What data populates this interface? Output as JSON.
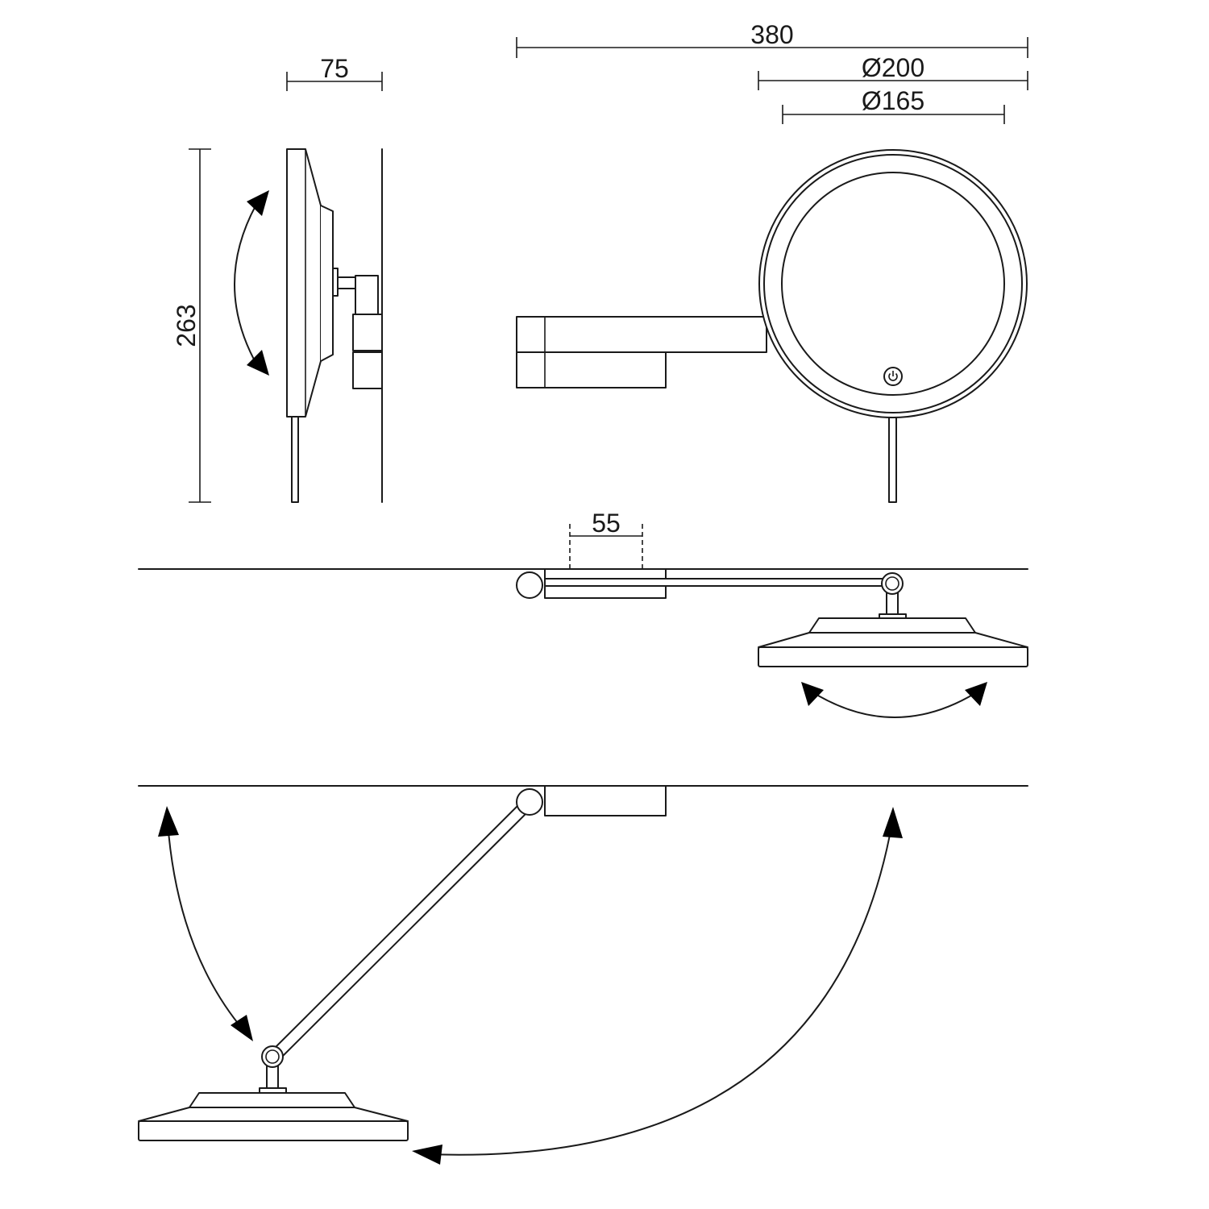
{
  "dimensions": {
    "depth": "75",
    "height": "263",
    "total_width": "380",
    "outer_diameter": "Ø200",
    "mirror_diameter": "Ø165",
    "mount_width": "55"
  },
  "icons": {
    "switch": "power-icon"
  }
}
